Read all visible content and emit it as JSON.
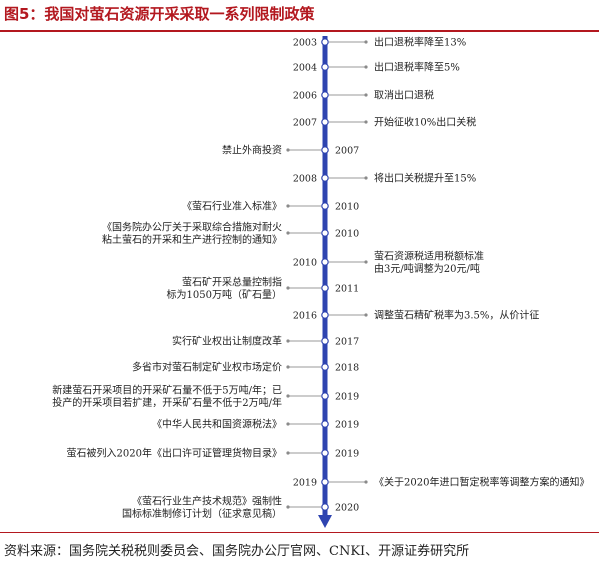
{
  "title": "图5：我国对萤石资源开采采取一系列限制政策",
  "source": "资料来源：国务院关税税则委员会、国务院办公厅官网、CNKI、开源证券研究所",
  "colors": {
    "accent": "#b3181f",
    "axis": "#2e44b0",
    "connector": "#999999",
    "dot": "#8a8a8a"
  },
  "events": [
    {
      "year": "2003",
      "side": "right",
      "lines": [
        "出口退税率降至13%"
      ]
    },
    {
      "year": "2004",
      "side": "right",
      "lines": [
        "出口退税率降至5%"
      ]
    },
    {
      "year": "2006",
      "side": "right",
      "lines": [
        "取消出口退税"
      ]
    },
    {
      "year": "2007",
      "side": "right",
      "lines": [
        "开始征收10%出口关税"
      ]
    },
    {
      "year": "2007",
      "side": "left",
      "lines": [
        "禁止外商投资"
      ]
    },
    {
      "year": "2008",
      "side": "right",
      "lines": [
        "将出口关税提升至15%"
      ]
    },
    {
      "year": "2010",
      "side": "left",
      "lines": [
        "《萤石行业准入标准》"
      ]
    },
    {
      "year": "2010",
      "side": "left",
      "lines": [
        "《国务院办公厅关于采取综合措施对耐火",
        "粘土萤石的开采和生产进行控制的通知》"
      ]
    },
    {
      "year": "2010",
      "side": "right",
      "lines": [
        "萤石资源税适用税额标准",
        "由3元/吨调整为20元/吨"
      ]
    },
    {
      "year": "2011",
      "side": "left",
      "lines": [
        "萤石矿开采总量控制指",
        "标为1050万吨（矿石量）"
      ]
    },
    {
      "year": "2016",
      "side": "right",
      "lines": [
        "调整萤石精矿税率为3.5%，从价计征"
      ]
    },
    {
      "year": "2017",
      "side": "left",
      "lines": [
        "实行矿业权出让制度改革"
      ]
    },
    {
      "year": "2018",
      "side": "left",
      "lines": [
        "多省市对萤石制定矿业权市场定价"
      ]
    },
    {
      "year": "2019",
      "side": "left",
      "lines": [
        "新建萤石开采项目的开采矿石量不低于5万吨/年；已",
        "投产的开采项目若扩建，开采矿石量不低于2万吨/年"
      ]
    },
    {
      "year": "2019",
      "side": "left",
      "lines": [
        "《中华人民共和国资源税法》"
      ]
    },
    {
      "year": "2019",
      "side": "left",
      "lines": [
        "萤石被列入2020年《出口许可证管理货物目录》"
      ]
    },
    {
      "year": "2019",
      "side": "right",
      "lines": [
        "《关于2020年进口暂定税率等调整方案的通知》"
      ]
    },
    {
      "year": "2020",
      "side": "left",
      "lines": [
        "《萤石行业生产技术规范》强制性",
        "国标标准制修订计划（征求意见稿）"
      ]
    }
  ]
}
